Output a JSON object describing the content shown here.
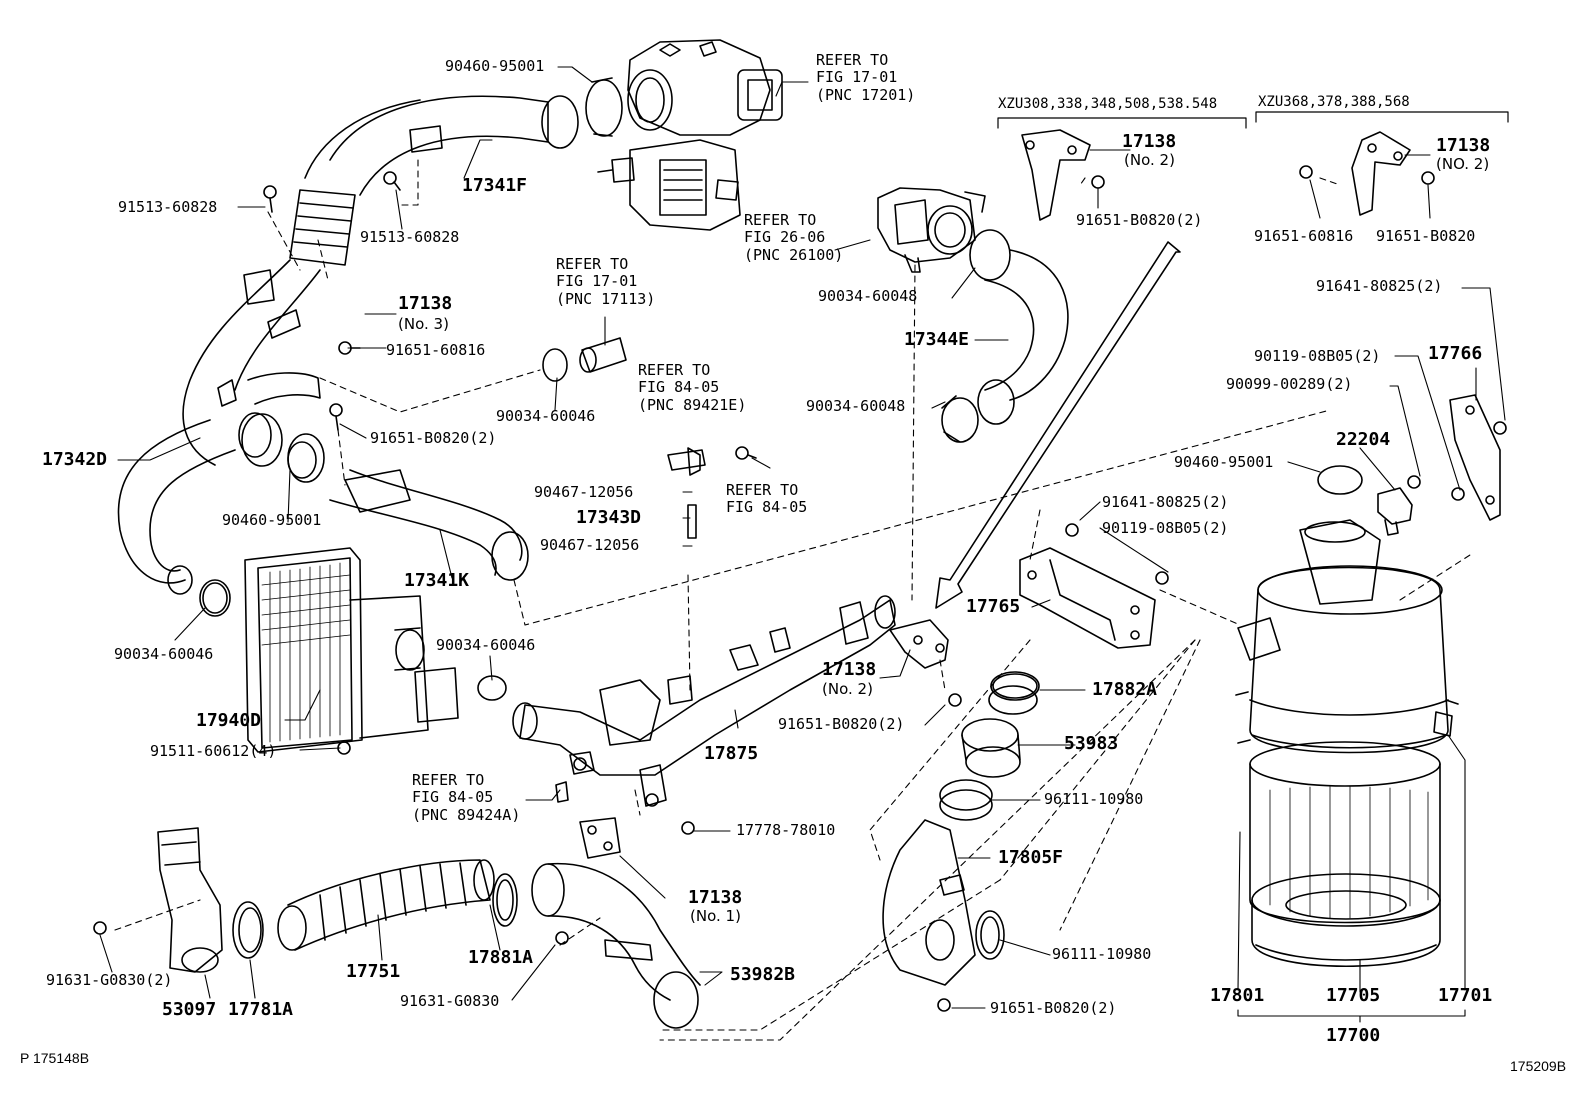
{
  "colors": {
    "ink": "#000000",
    "paper": "#ffffff"
  },
  "refs": {
    "fig17_01_turbo": "REFER TO\nFIG 17-01\n(PNC 17201)",
    "fig26_06": "REFER TO\nFIG 26-06\n(PNC 26100)",
    "fig17_01_pipe": "REFER TO\nFIG 17-01\n(PNC 17113)",
    "fig84_05_a": "REFER TO\nFIG 84-05\n(PNC 89421E)",
    "fig84_05_b": "REFER TO\nFIG 84-05",
    "fig84_05_c": "REFER TO\nFIG 84-05\n(PNC 89424A)"
  },
  "variants": {
    "group_a": "XZU308,338,348,508,538.548",
    "group_b": "XZU368,378,388,568"
  },
  "parts": {
    "p90460_95001_top": "90460-95001",
    "p17341F": "17341F",
    "p91513_60828_left": "91513-60828",
    "p91513_60828_mid": "91513-60828",
    "p17138_no3": "17138",
    "p17138_no3_sub": "(No. 3)",
    "p91651_60816_mid": "91651-60816",
    "p90034_60046_mid": "90034-60046",
    "p91651_B0820_mid": "91651-B0820(2)",
    "p17342D": "17342D",
    "p90460_95001_mid": "90460-95001",
    "p17341K": "17341K",
    "p90034_60046_left": "90034-60046",
    "p90034_60046_low": "90034-60046",
    "p17940D": "17940D",
    "p91511_60612": "91511-60612(4)",
    "p90467_12056_a": "90467-12056",
    "p17343D": "17343D",
    "p90467_12056_b": "90467-12056",
    "p90034_60048_a": "90034-60048",
    "p17344E": "17344E",
    "p90034_60048_b": "90034-60048",
    "p17138_no2_a": "17138",
    "p17138_no2_a_sub": "(No. 2)",
    "p91651_B0820_a": "91651-B0820(2)",
    "p17138_no2_b": "17138",
    "p17138_no2_b_sub": "(NO. 2)",
    "p91651_60816_right": "91651-60816",
    "p91651_B0820_right": "91651-B0820",
    "p91641_80825_top": "91641-80825(2)",
    "p90119_08B05_top": "90119-08B05(2)",
    "p17766": "17766",
    "p90099_00289": "90099-00289(2)",
    "p22204": "22204",
    "p90460_95001_right": "90460-95001",
    "p91641_80825_mid": "91641-80825(2)",
    "p90119_08B05_mid": "90119-08B05(2)",
    "p17765": "17765",
    "p17138_no2_c": "17138",
    "p17138_no2_c_sub": "(No. 2)",
    "p91651_B0820_c": "91651-B0820(2)",
    "p17875": "17875",
    "p17882A": "17882A",
    "p53983": "53983",
    "p96111_10980_a": "96111-10980",
    "p17805F": "17805F",
    "p96111_10980_b": "96111-10980",
    "p91651_B0820_low": "91651-B0820(2)",
    "p17778_78010": "17778-78010",
    "p17138_no1": "17138",
    "p17138_no1_sub": "(No. 1)",
    "p91631_G0830_2": "91631-G0830(2)",
    "p53097": "53097",
    "p17781A": "17781A",
    "p17751": "17751",
    "p17881A": "17881A",
    "p91631_G0830": "91631-G0830",
    "p53982B": "53982B",
    "p17801": "17801",
    "p17705": "17705",
    "p17701": "17701",
    "p17700": "17700"
  },
  "footer": {
    "left_code": "P 175148B",
    "right_code": "175209B"
  }
}
